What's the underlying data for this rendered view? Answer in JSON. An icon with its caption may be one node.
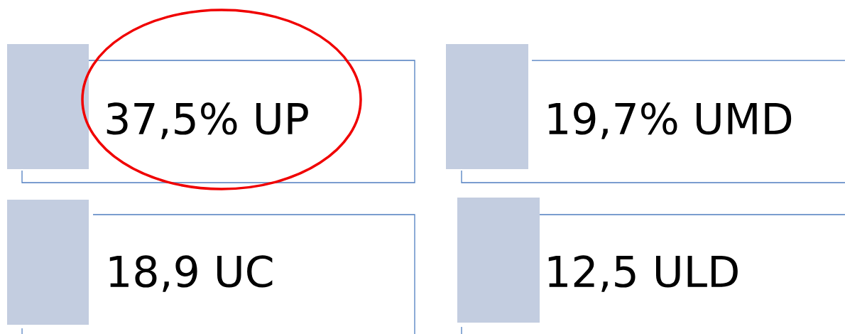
{
  "diagram": {
    "nodes": [
      {
        "text": [
          "37,5% UP"
        ]
      },
      {
        "text": [
          "19,7% UMD"
        ]
      },
      {
        "text": [
          "18,9 UC"
        ]
      },
      {
        "text": [
          "12,5 ULD"
        ]
      }
    ]
  }
}
